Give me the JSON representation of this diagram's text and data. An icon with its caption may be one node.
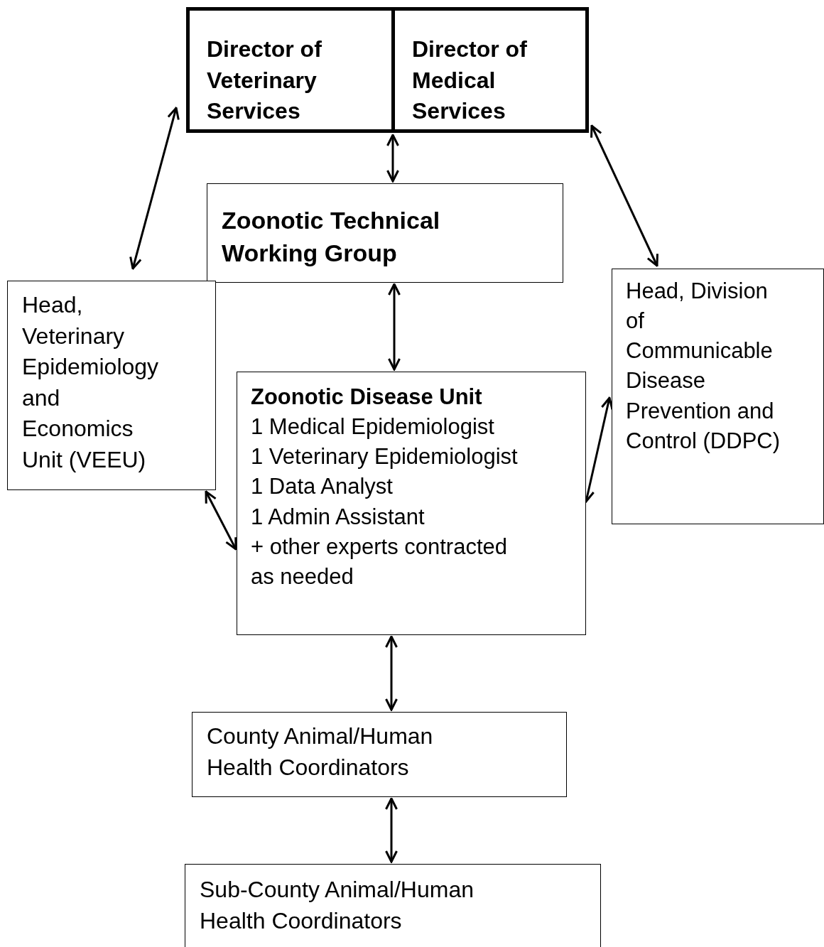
{
  "diagram": {
    "nodes": [
      {
        "text": [
          "Director of Veterinary Services"
        ]
      },
      {
        "text": [
          "Director of Medical Services"
        ]
      },
      {
        "text": [
          "Zoonotic Technical Working Group"
        ]
      },
      {
        "text": [
          "Head, Veterinary Epidemiology and Economics Unit (VEEU)"
        ]
      },
      {
        "text": [
          "Head, Division of Communicable Disease Prevention and Control (DDPC)"
        ]
      },
      {
        "text": [
          "Zoonotic Disease Unit",
          "1 Medical Epidemiologist",
          "1 Veterinary Epidemiologist",
          "1 Data Analyst",
          "1 Admin Assistant",
          "+ other experts contracted as needed"
        ]
      },
      {
        "text": [
          "County Animal/Human Health Coordinators"
        ]
      },
      {
        "text": [
          "Sub-County Animal/Human Health Coordinators"
        ]
      }
    ],
    "edges": [
      {
        "from": 0,
        "to": 3,
        "arrow": "both"
      },
      {
        "from": 1,
        "to": 2,
        "arrow": "both"
      },
      {
        "from": 1,
        "to": 4,
        "arrow": "both"
      },
      {
        "from": 2,
        "to": 5,
        "arrow": "both"
      },
      {
        "from": 3,
        "to": 5,
        "arrow": "both"
      },
      {
        "from": 4,
        "to": 5,
        "arrow": "both"
      },
      {
        "from": 5,
        "to": 6,
        "arrow": "both"
      },
      {
        "from": 6,
        "to": 7,
        "arrow": "both"
      }
    ]
  }
}
